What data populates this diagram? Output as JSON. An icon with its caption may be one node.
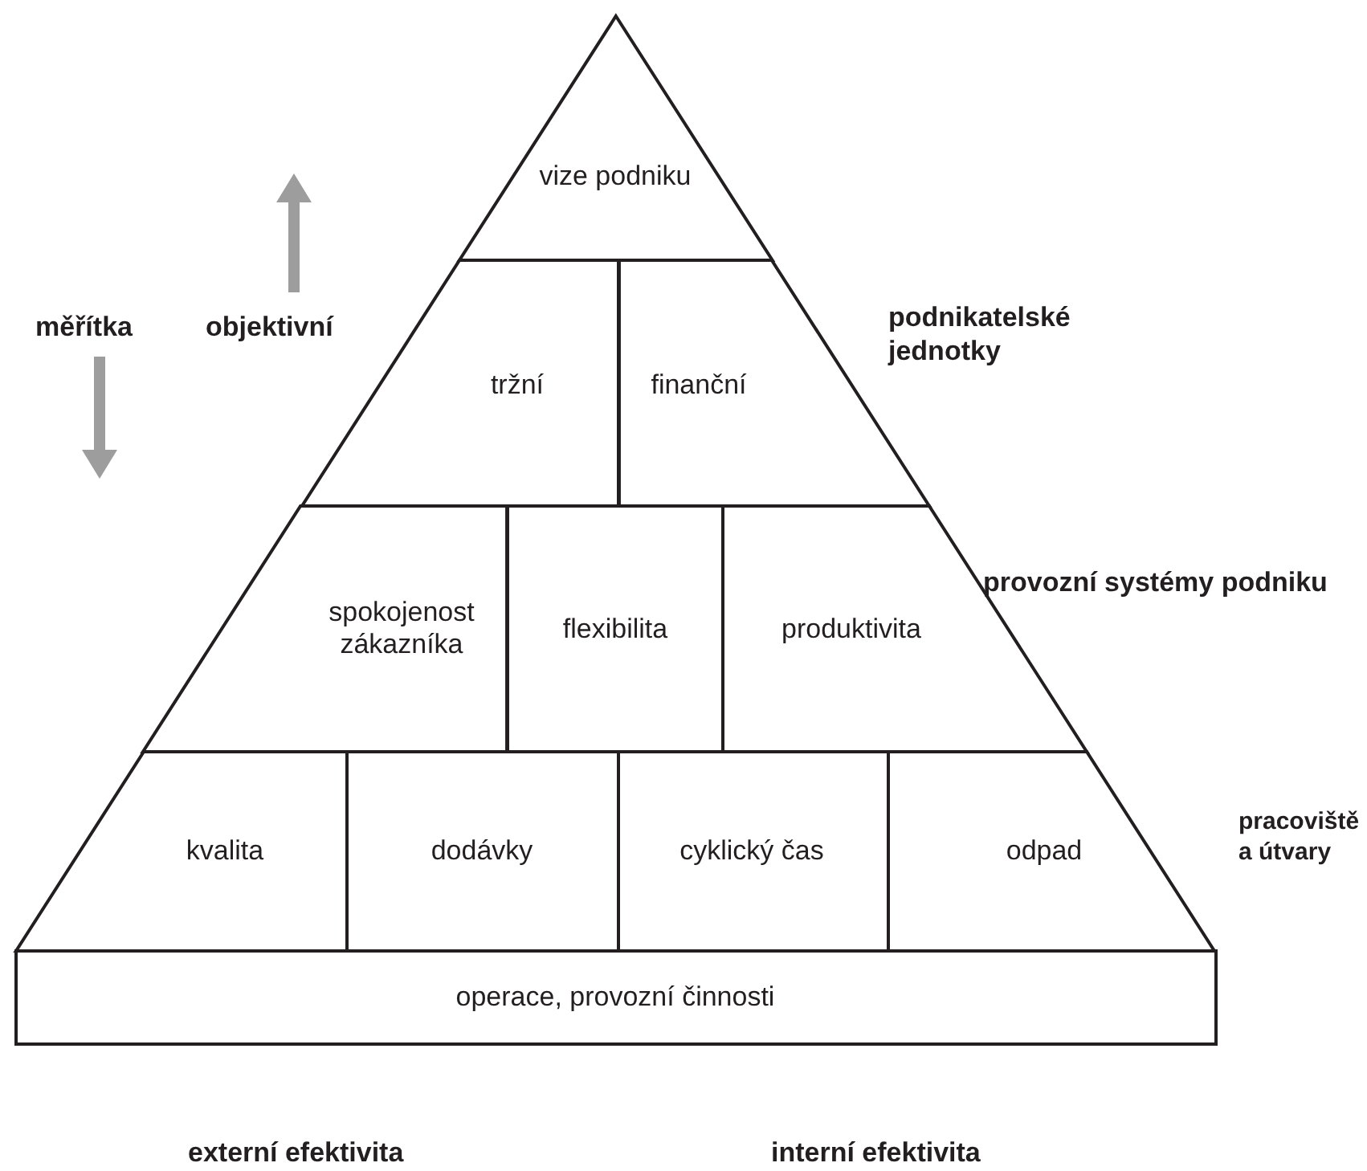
{
  "diagram": {
    "nodes": [
      {
        "text": [
          "vize podniku"
        ]
      },
      {
        "text": [
          "tržní"
        ]
      },
      {
        "text": [
          "finanční"
        ]
      },
      {
        "text": [
          "spokojenost zákazníka"
        ]
      },
      {
        "text": [
          "flexibilita"
        ]
      },
      {
        "text": [
          "produktivita"
        ]
      },
      {
        "text": [
          "kvalita"
        ]
      },
      {
        "text": [
          "dodávky"
        ]
      },
      {
        "text": [
          "cyklický čas"
        ]
      },
      {
        "text": [
          "odpad"
        ]
      },
      {
        "text": [
          "operace, provozní činnosti"
        ]
      }
    ],
    "labels": [
      "měřítka",
      "objektivní",
      "podnikatelské jednotky",
      "provozní systémy podniku",
      "pracoviště a útvary",
      "externí efektivita",
      "interní efektivita"
    ]
  }
}
